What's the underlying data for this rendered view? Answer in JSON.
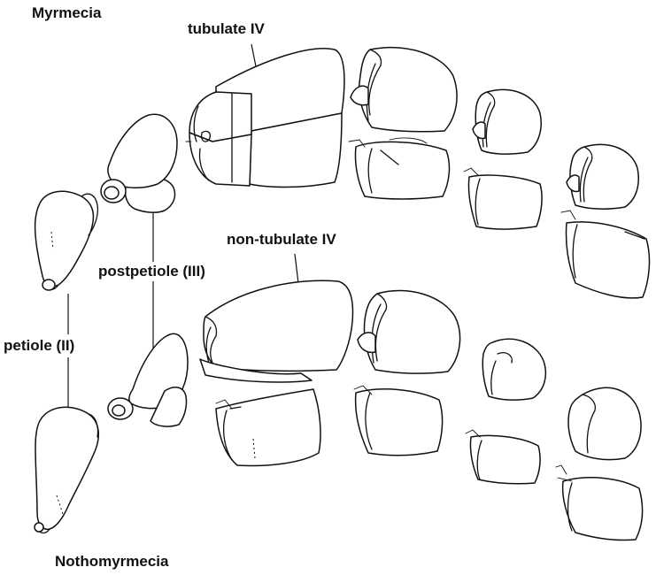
{
  "figure": {
    "top_taxon": "Myrmecia",
    "bottom_taxon": "Nothomyrmecia",
    "labels": {
      "tubulate": "tubulate IV",
      "non_tubulate": "non-tubulate IV",
      "postpetiole": "postpetiole (III)",
      "petiole": "petiole (II)"
    }
  }
}
